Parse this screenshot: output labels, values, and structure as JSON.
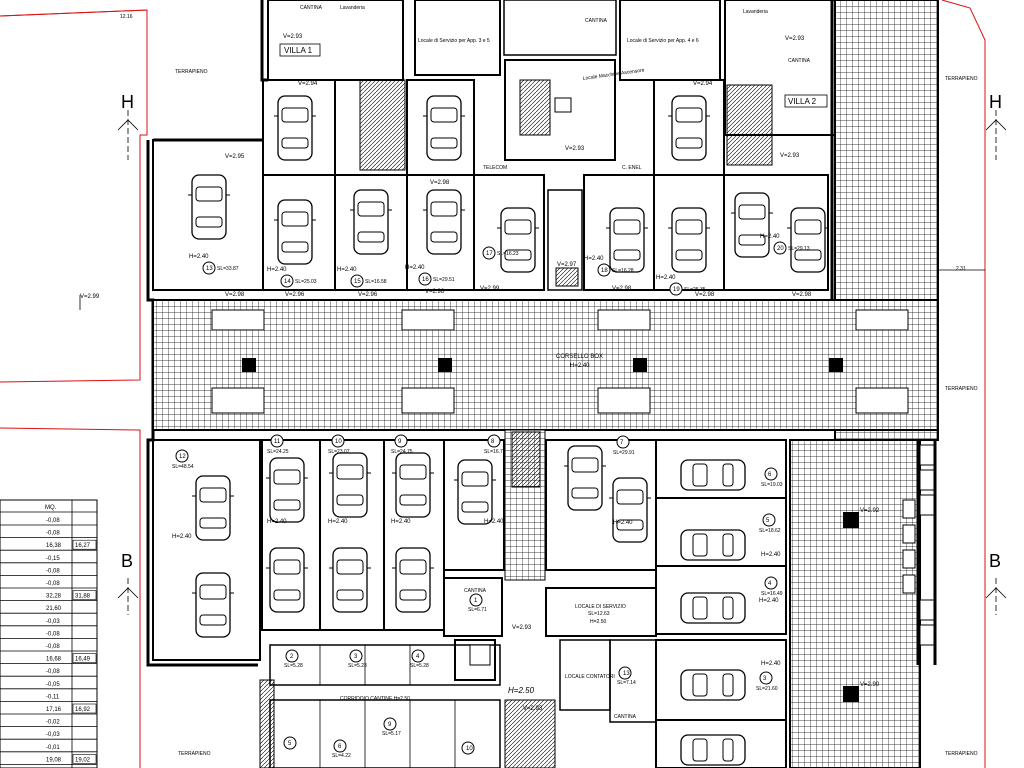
{
  "section_marks": {
    "h_left": "H",
    "h_right": "H",
    "b_left": "B",
    "b_right": "B"
  },
  "villa_1": "VILLA 1",
  "villa_2": "VILLA 2",
  "terrapieno": "TERRAPIENO",
  "corsello": {
    "label": "CORSELLO BOX",
    "height": "H=2.40"
  },
  "corridoio": "CORRIDOIO CANTINE H=2.50",
  "h250": "H=2.50",
  "telecom": "TELECOM",
  "c_enel": "C. ENEL",
  "locale_macchine": "Locale Macchine Ascensore",
  "locale_servizio_top_left": "Locale di Servizio per App. 3 e 5",
  "locale_servizio_top_right": "Locale di Servizio per App. 4 e 6",
  "locale_servizio": "LOCALE DI SERVIZIO",
  "locale_servizio_sl": "SL=12.63",
  "locale_servizio_h": "H=2.50",
  "locale_contatori": "LOCALE CONTATORI",
  "lavanderia": "Lavanderia",
  "cantina": "CANTINA",
  "dim_top": "12.16",
  "dim_231": "2.31",
  "levels": {
    "v293a": "V=2.93",
    "v294a": "V=2.94",
    "v295a": "V=2.95",
    "v293b": "V=2.93",
    "v294b": "V=2.94",
    "v293c": "V=2.93",
    "v293d": "V=2.93",
    "v299": "V=2.99",
    "v298a": "V=2.98",
    "v296a": "V=2.96",
    "v296b": "V=2.96",
    "v298b": "V=2.98",
    "v299b": "V=2.99",
    "v298c": "V=2.98",
    "v298d": "V=2.98",
    "v298e": "V=2.98",
    "v298f": "V=2.98",
    "v297": "V=2.97",
    "v293e": "V=2.93",
    "v293f": "V=2.93",
    "v292": "V=2.92",
    "v290": "V=2.90"
  },
  "boxes_top": [
    {
      "num": "13",
      "sl": "SL=33.87",
      "h": "H=2.40"
    },
    {
      "num": "14",
      "sl": "SL=25.03",
      "h": "H=2.40"
    },
    {
      "num": "15",
      "sl": "SL=16.58",
      "h": "H=2.40"
    },
    {
      "num": "16",
      "sl": "SL=29.51",
      "h": "H=2.40"
    },
    {
      "num": "17",
      "sl": "SL=16.23",
      "h": ""
    },
    {
      "num": "18",
      "sl": "SL=16.28",
      "h": "H=2.40"
    },
    {
      "num": "19",
      "sl": "SL=25.35",
      "h": "H=2.40"
    },
    {
      "num": "20",
      "sl": "SL=29.13",
      "h": "H=2.40"
    }
  ],
  "boxes_bottom": [
    {
      "num": "12",
      "sl": "SL=48.54",
      "h": "H=2.40"
    },
    {
      "num": "11",
      "sl": "SL=24.25",
      "h": "H=2.40"
    },
    {
      "num": "10",
      "sl": "SL=23.07",
      "h": "H=2.40"
    },
    {
      "num": "9",
      "sl": "SL=24.75",
      "h": "H=2.40"
    },
    {
      "num": "8",
      "sl": "SL=16.73",
      "h": "H=2.40"
    },
    {
      "num": "7",
      "sl": "SL=29.91",
      "h": "H=2.40"
    },
    {
      "num": "6",
      "sl": "SL=19.03",
      "h": "H=2.40"
    },
    {
      "num": "5",
      "sl": "SL=18.62",
      "h": "H=2.40"
    },
    {
      "num": "4",
      "sl": "SL=16.49",
      "h": "H=2.40"
    },
    {
      "num": "3",
      "sl": "SL=21.60",
      "h": ""
    }
  ],
  "cantine": [
    {
      "num": "1",
      "sl": "SL=6.71"
    },
    {
      "num": "2",
      "sl": "SL=5.28"
    },
    {
      "num": "3",
      "sl": "SL=5.23"
    },
    {
      "num": "4",
      "sl": "SL=5.28"
    },
    {
      "num": "5",
      "sl": ""
    },
    {
      "num": "6",
      "sl": "SL=4.22"
    },
    {
      "num": "9",
      "sl": "SL=5.17"
    },
    {
      "num": "10",
      "sl": ""
    },
    {
      "num": "13",
      "sl": "SL=7.14"
    }
  ],
  "table": {
    "header": "MQ.",
    "rows": [
      {
        "a": "-0,08",
        "b": ""
      },
      {
        "a": "-0,08",
        "b": ""
      },
      {
        "a": "16,38",
        "b": "16,27"
      },
      {
        "a": "-0,15",
        "b": ""
      },
      {
        "a": "-0,08",
        "b": ""
      },
      {
        "a": "-0,08",
        "b": ""
      },
      {
        "a": "32,28",
        "b": "31,88"
      },
      {
        "a": "21,60",
        "b": ""
      },
      {
        "a": "-0,03",
        "b": ""
      },
      {
        "a": "-0,08",
        "b": ""
      },
      {
        "a": "-0,08",
        "b": ""
      },
      {
        "a": "16,68",
        "b": "16,49"
      },
      {
        "a": "-0,08",
        "b": ""
      },
      {
        "a": "-0,05",
        "b": ""
      },
      {
        "a": "-0,11",
        "b": ""
      },
      {
        "a": "17,16",
        "b": "16,92"
      },
      {
        "a": "-0,02",
        "b": ""
      },
      {
        "a": "-0,03",
        "b": ""
      },
      {
        "a": "-0,01",
        "b": ""
      },
      {
        "a": "19,08",
        "b": "19,02"
      }
    ]
  }
}
